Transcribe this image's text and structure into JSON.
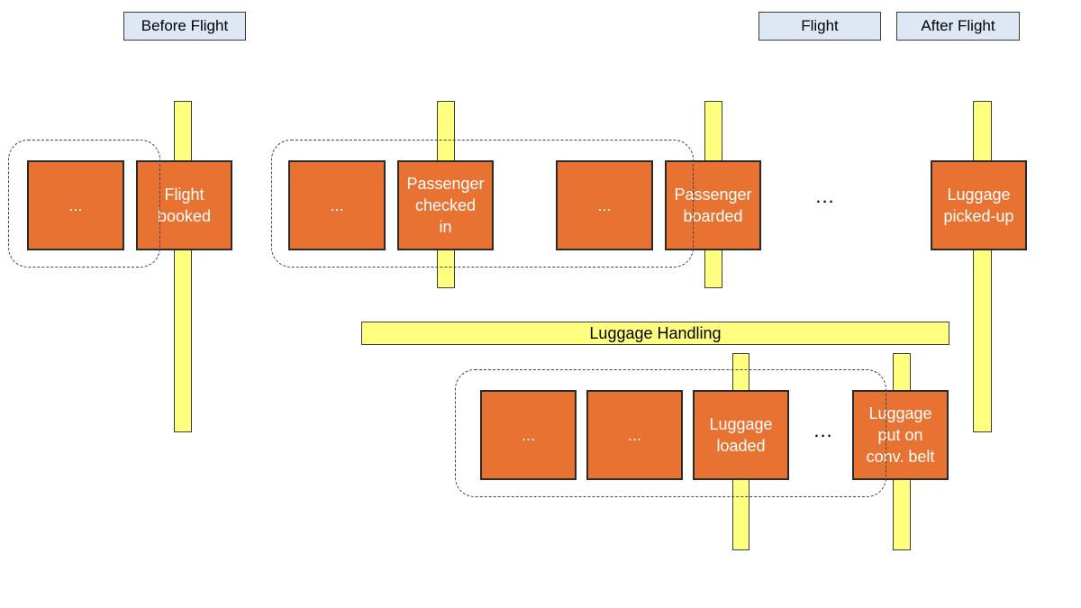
{
  "phases": {
    "before_flight": "Before Flight",
    "flight": "Flight",
    "after_flight": "After Flight"
  },
  "lanes": {
    "luggage_handling": "Luggage Handling"
  },
  "boxes": {
    "pre_1": "...",
    "flight_booked": "Flight\nbooked",
    "checkin_pre": "...",
    "passenger_checked_in": "Passenger\nchecked\nin",
    "board_pre": "...",
    "passenger_boarded": "Passenger\nboarded",
    "luggage_picked_up": "Luggage\npicked-up",
    "lug_1": "...",
    "lug_2": "...",
    "luggage_loaded": "Luggage\nloaded",
    "luggage_conveyor": "Luggage\nput on\nconv. belt"
  },
  "ellipses": {
    "top_gap": "...",
    "bottom_gap": "..."
  },
  "colors": {
    "event_box": "#e87232",
    "milestone_bar": "#ffff80",
    "phase_label": "#dde8f4"
  }
}
